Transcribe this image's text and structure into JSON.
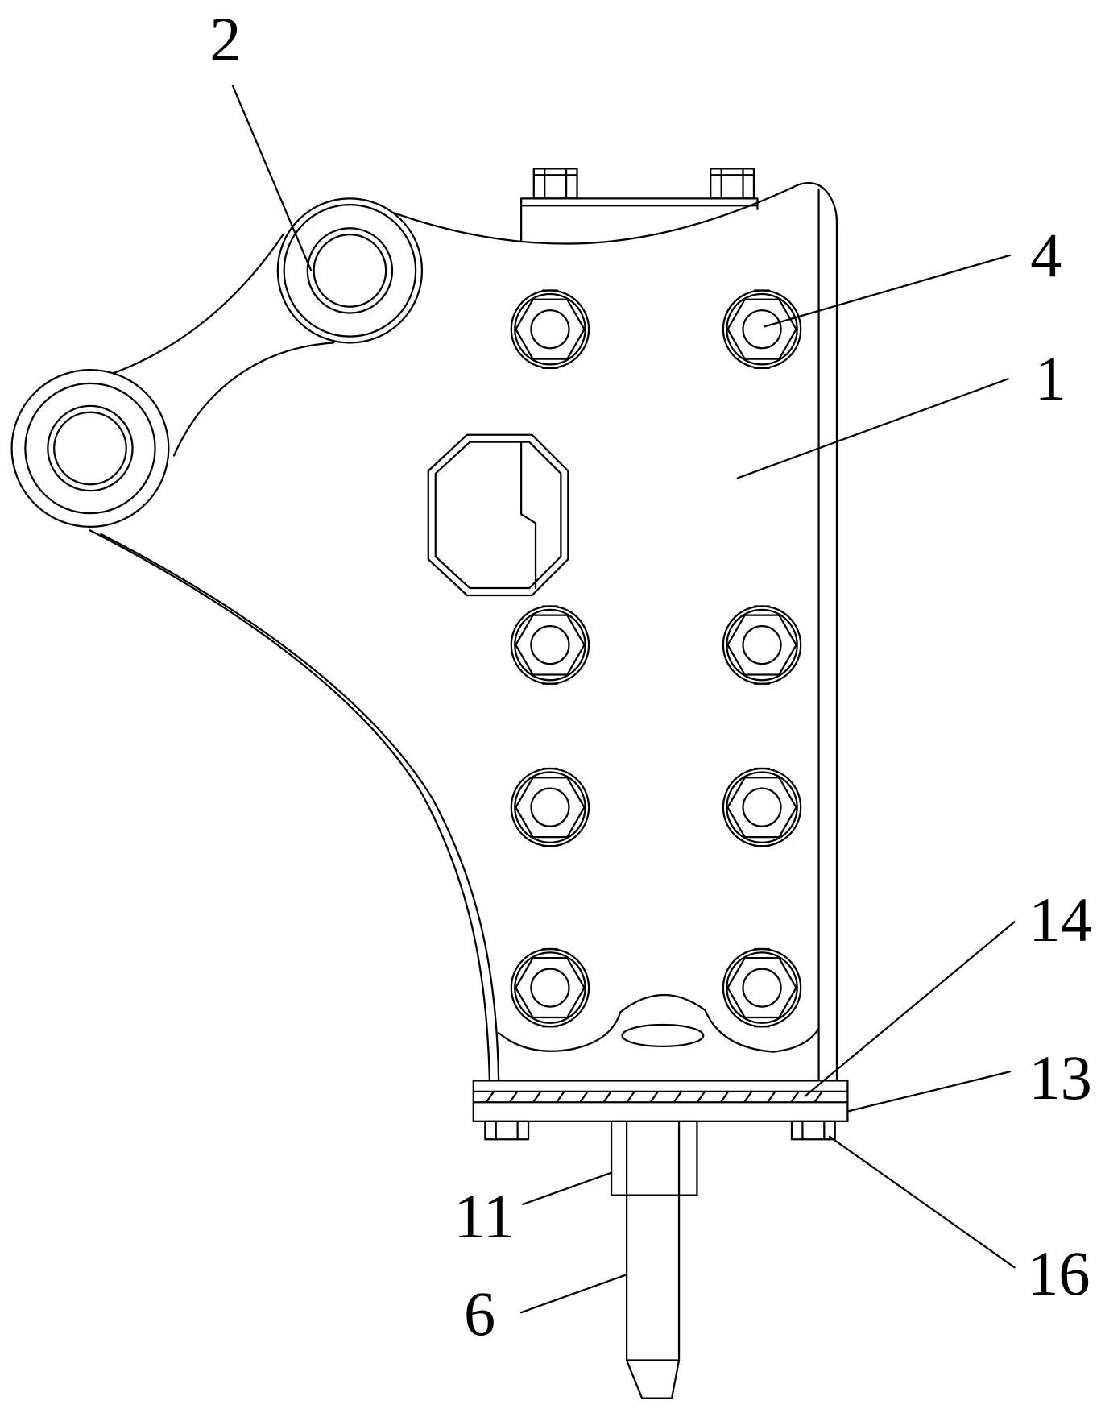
{
  "callouts": [
    {
      "label": "2"
    },
    {
      "label": "4"
    },
    {
      "label": "1"
    },
    {
      "label": "14"
    },
    {
      "label": "13"
    },
    {
      "label": "11"
    },
    {
      "label": "16"
    },
    {
      "label": "6"
    }
  ],
  "colors": {
    "line": "#000000",
    "background": "#ffffff"
  }
}
